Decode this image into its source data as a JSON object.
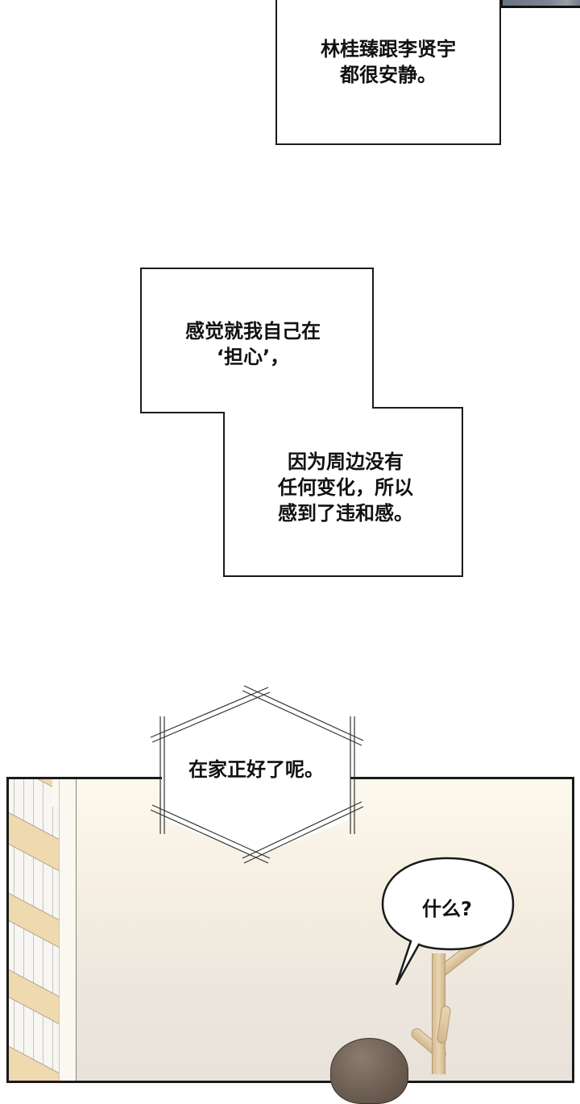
{
  "captions": {
    "box1": [
      "林桂臻跟李贤宇",
      "都很安静。"
    ],
    "box2a": [
      "感觉就我自己在",
      "‘担心’，"
    ],
    "box2b": [
      "因为周边没有",
      "任何变化，所以",
      "感到了违和感。"
    ],
    "hex": "在家正好了呢。"
  },
  "speech": {
    "bubble": "什么?"
  },
  "colors": {
    "scene_wall": "#f2ece2",
    "building_yellow": "#efd9ae",
    "rack_wood": "#e3cda7",
    "hair": "#6b5d52",
    "outline": "#1a1a1a"
  }
}
